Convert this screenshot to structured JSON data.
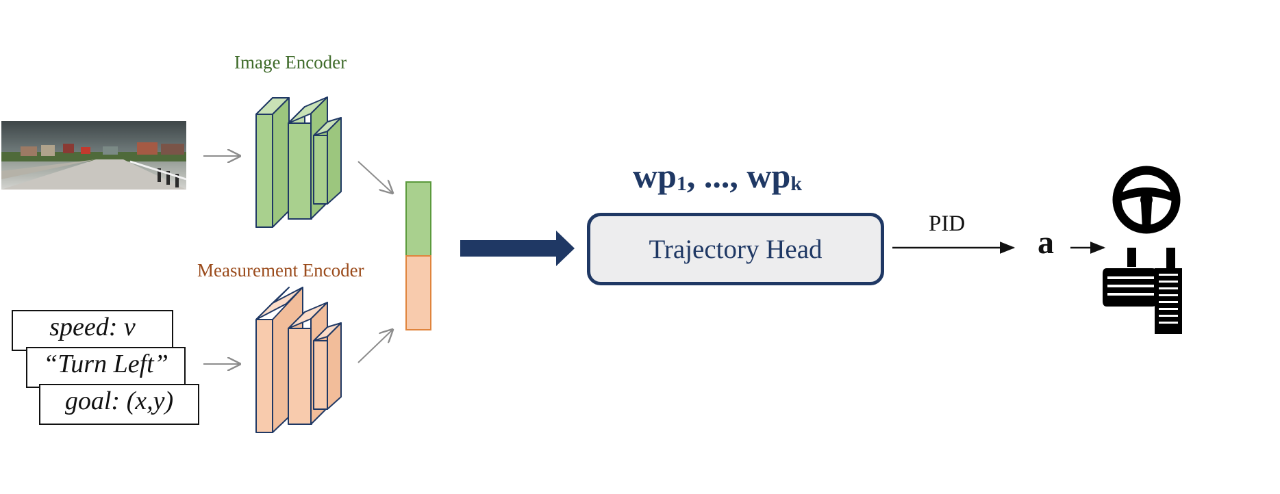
{
  "image_encoder": {
    "label": "Image Encoder",
    "color": "#a9d08e"
  },
  "measurement_encoder": {
    "label": "Measurement Encoder",
    "color": "#f8cbad"
  },
  "measurement_inputs": [
    "speed: v",
    "“Turn Left”",
    "goal: (x,y)"
  ],
  "feature_vector": {
    "top_color": "#a9d08e",
    "bottom_color": "#f8cbad"
  },
  "trajectory_head": {
    "label": "Trajectory Head"
  },
  "waypoints": {
    "prefix": "wp",
    "first_index": "1",
    "separator": ", ..., ",
    "last_index": "k"
  },
  "controller": {
    "label": "PID"
  },
  "action": {
    "symbol": "a"
  },
  "icons": [
    "camera-image",
    "steering-wheel-icon",
    "pedals-icon"
  ],
  "colors": {
    "navy": "#1f3864",
    "arrow_gray": "#8c8c8c"
  }
}
